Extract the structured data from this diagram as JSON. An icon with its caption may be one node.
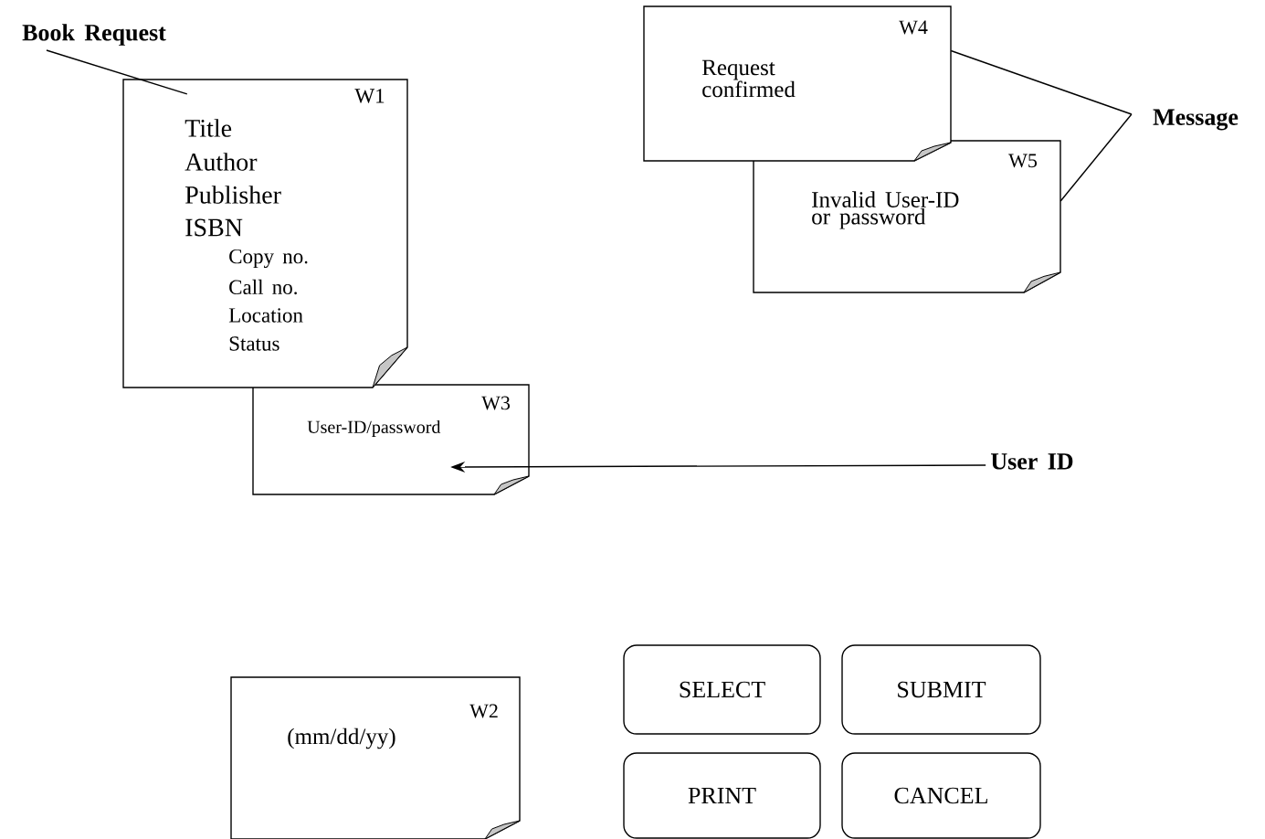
{
  "diagram": {
    "nodes": [
      {
        "text": [
          "Book Request"
        ]
      },
      {
        "text": [
          "W1",
          "Title",
          "Author",
          "Publisher",
          "ISBN",
          "Copy no.",
          "Call no.",
          "Location",
          "Status"
        ]
      },
      {
        "text": [
          "W3",
          "User-ID/password"
        ]
      },
      {
        "text": [
          "User ID"
        ]
      },
      {
        "text": [
          "W4",
          "Request confirmed"
        ]
      },
      {
        "text": [
          "W5",
          "Invalid User-ID or password"
        ]
      },
      {
        "text": [
          "Message"
        ]
      },
      {
        "text": [
          "W2",
          "(mm/dd/yy)"
        ]
      },
      {
        "text": [
          "SELECT"
        ]
      },
      {
        "text": [
          "SUBMIT"
        ]
      },
      {
        "text": [
          "PRINT"
        ]
      },
      {
        "text": [
          "CANCEL"
        ]
      }
    ],
    "edges": [
      {
        "from": 0,
        "to": 1,
        "arrow": "none"
      },
      {
        "from": 3,
        "to": 2,
        "arrow": "to"
      },
      {
        "from": 6,
        "to": 4,
        "arrow": "none"
      },
      {
        "from": 6,
        "to": 5,
        "arrow": "none"
      }
    ]
  }
}
